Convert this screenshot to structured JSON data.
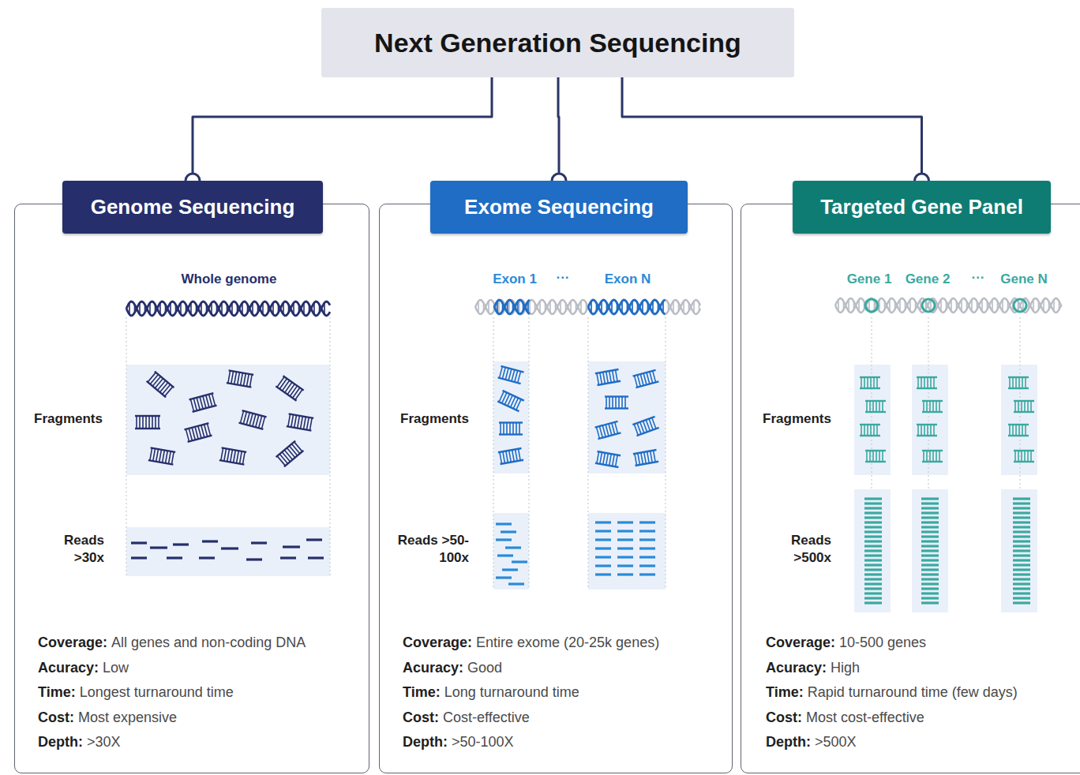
{
  "diagram": {
    "nodes": [
      {
        "text": [
          "Next Generation Sequencing"
        ]
      },
      {
        "text": [
          "Coverage:",
          "All genes and non-coding DNA",
          "Acuracy:",
          "Low",
          "Time:",
          "Longest turnaround time",
          "Cost:",
          "Most expensive",
          "Depth:",
          ">30X"
        ]
      },
      {
        "text": [
          "Genome Sequencing"
        ],
        "in": 1
      },
      {
        "text": [
          "Coverage:",
          "Entire exome (20-25k genes)",
          "Acuracy:",
          "Good",
          "Time:",
          "Long turnaround time",
          "Cost:",
          "Cost-effective",
          "Depth:",
          ">50-100X"
        ]
      },
      {
        "text": [
          "Exome Sequencing"
        ],
        "in": 3
      },
      {
        "text": [
          "Coverage:",
          "10-500 genes",
          "Acuracy:",
          "High",
          "Time:",
          "Rapid turnaround time (few days)",
          "Cost:",
          "Most cost-effective",
          "Depth:",
          ">500X"
        ]
      },
      {
        "text": [
          "Targeted Gene Panel"
        ],
        "in": 5
      }
    ],
    "edges": [
      {
        "from": 0,
        "to": 2,
        "arrow": "none"
      },
      {
        "from": 0,
        "to": 4,
        "arrow": "none"
      },
      {
        "from": 0,
        "to": 6,
        "arrow": "none"
      }
    ],
    "labels": [
      "Whole genome",
      "Fragments",
      "Reads >30x",
      "Exon 1",
      "···",
      "Exon N",
      "Fragments",
      "Reads >50-100x",
      "Gene 1",
      "Gene 2",
      "···",
      "Gene N",
      "Fragments",
      "Reads >500x"
    ]
  }
}
